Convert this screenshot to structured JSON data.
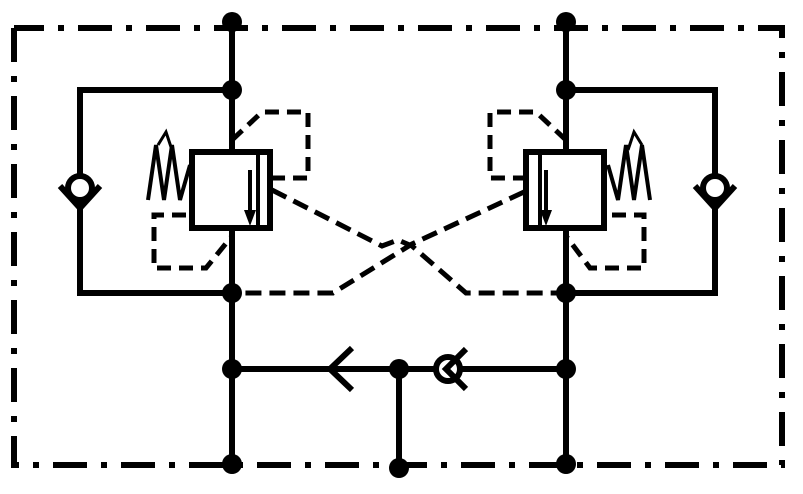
{
  "diagram": {
    "type": "hydraulic-schematic",
    "stroke_color": "#000000",
    "background_color": "#ffffff",
    "components": [
      {
        "name": "valve-left",
        "kind": "pressure-relief-valve-with-spring"
      },
      {
        "name": "valve-right",
        "kind": "pressure-relief-valve-with-spring"
      },
      {
        "name": "check-valve-left",
        "kind": "check-valve"
      },
      {
        "name": "check-valve-right",
        "kind": "check-valve"
      },
      {
        "name": "check-valve-bottom",
        "kind": "check-valve"
      },
      {
        "name": "enclosure",
        "kind": "dash-dot-boundary"
      }
    ]
  }
}
